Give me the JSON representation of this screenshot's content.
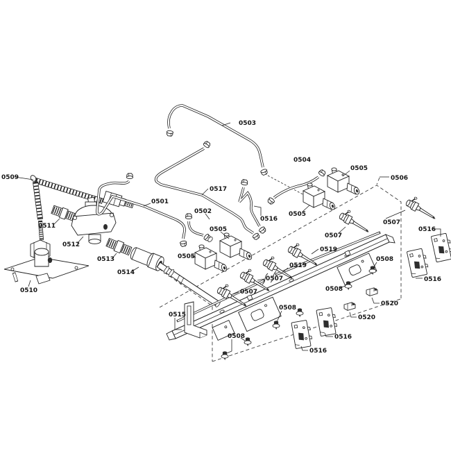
{
  "figure": {
    "type": "exploded-parts-diagram",
    "background_color": "#ffffff",
    "line_color": "#1f1f1f",
    "callouts": [
      {
        "text": "0509"
      },
      {
        "text": "0511"
      },
      {
        "text": "0512"
      },
      {
        "text": "0513"
      },
      {
        "text": "0514"
      },
      {
        "text": "0510"
      },
      {
        "text": "0515"
      },
      {
        "text": "0501"
      },
      {
        "text": "0517"
      },
      {
        "text": "0502"
      },
      {
        "text": "0516"
      },
      {
        "text": "0505"
      },
      {
        "text": "0503"
      },
      {
        "text": "0504"
      },
      {
        "text": "0505"
      },
      {
        "text": "0506"
      },
      {
        "text": "0505"
      },
      {
        "text": "0507"
      },
      {
        "text": "0507"
      },
      {
        "text": "0519"
      },
      {
        "text": "0519"
      },
      {
        "text": "0507"
      },
      {
        "text": "0507"
      },
      {
        "text": "0508"
      },
      {
        "text": "0508"
      },
      {
        "text": "0508"
      },
      {
        "text": "0508"
      },
      {
        "text": "0520"
      },
      {
        "text": "0520"
      },
      {
        "text": "0516"
      },
      {
        "text": "0516"
      },
      {
        "text": "0516"
      },
      {
        "text": "0516"
      },
      {
        "text": "0505"
      }
    ]
  }
}
